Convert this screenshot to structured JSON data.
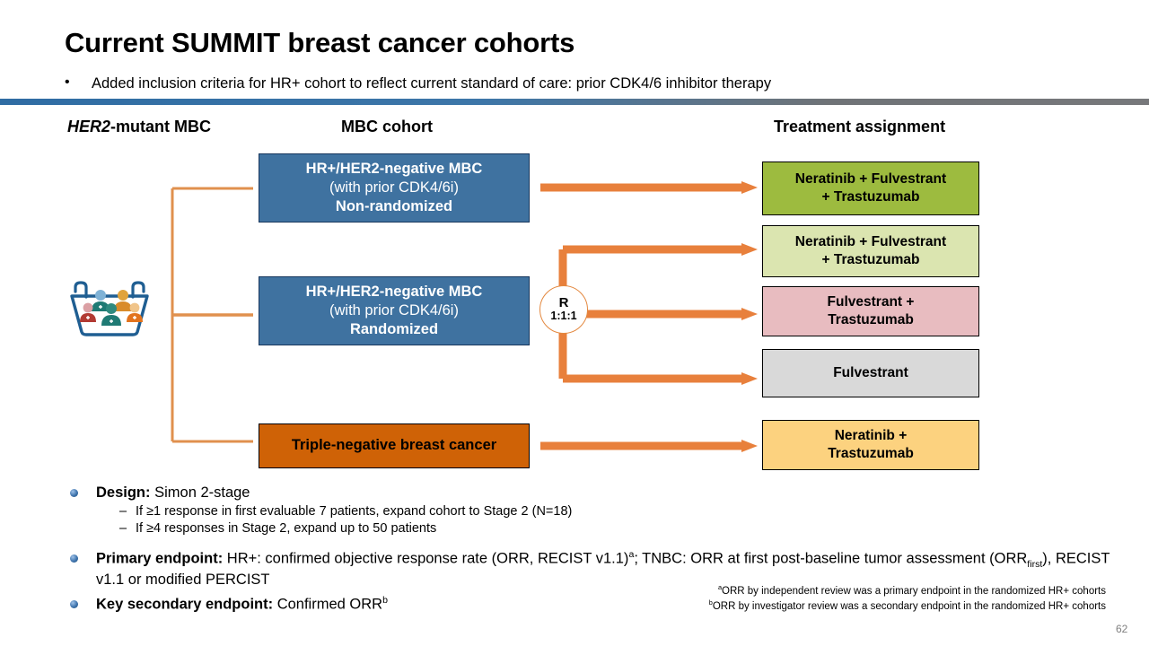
{
  "slide": {
    "title": "Current SUMMIT breast cancer cohorts",
    "subtitle_bullet": "•",
    "subtitle": "Added inclusion criteria for HR+ cohort to reflect current standard of care: prior CDK4/6 inhibitor therapy",
    "page_number": "62"
  },
  "columns": {
    "left_prefix": "HER2",
    "left_suffix": "-mutant MBC",
    "middle": "MBC cohort",
    "right": "Treatment assignment"
  },
  "cohorts": [
    {
      "line1": "HR+/HER2-negative MBC",
      "line2": "(with prior CDK4/6i)",
      "line3": "Non-randomized",
      "color": "#3f72a0"
    },
    {
      "line1": "HR+/HER2-negative MBC",
      "line2": "(with prior CDK4/6i)",
      "line3": "Randomized",
      "color": "#3f72a0"
    },
    {
      "line1": "Triple-negative breast cancer",
      "color": "#cf6206"
    }
  ],
  "randomization": {
    "label": "R",
    "ratio": "1:1:1"
  },
  "treatments": [
    {
      "line1": "Neratinib + Fulvestrant",
      "line2": "+ Trastuzumab",
      "color": "#9dbb3f"
    },
    {
      "line1": "Neratinib + Fulvestrant",
      "line2": "+ Trastuzumab",
      "color": "#dbe5b0"
    },
    {
      "line1": "Fulvestrant +",
      "line2": "Trastuzumab",
      "color": "#e8bcc0"
    },
    {
      "line1": "Fulvestrant",
      "line2": "",
      "color": "#d9d9d9"
    },
    {
      "line1": "Neratinib +",
      "line2": "Trastuzumab",
      "color": "#fcd27f"
    }
  ],
  "bullets": {
    "design_label": "Design:",
    "design_value": " Simon 2-stage",
    "design_sub_1_dash": "–",
    "design_sub_1": "If ≥1 response in first evaluable 7 patients, expand cohort to Stage 2 (N=18)",
    "design_sub_2_dash": "–",
    "design_sub_2": "If ≥4 responses in Stage 2, expand up to 50 patients",
    "primary_label": "Primary endpoint:",
    "primary_value_a": " HR+: confirmed objective response rate (ORR, RECIST v1.1)",
    "primary_sup_a": "a",
    "primary_value_b": "; TNBC: ORR at first post-baseline tumor assessment (ORR",
    "primary_sub": "first",
    "primary_value_c": "), RECIST v1.1 or modified PERCIST",
    "secondary_label": "Key secondary endpoint:",
    "secondary_value": " Confirmed ORR",
    "secondary_sup": "b"
  },
  "footnotes": {
    "a_marker": "a",
    "a_text": "ORR by independent review was a primary endpoint in the randomized HR+ cohorts",
    "b_marker": "b",
    "b_text": "ORR by investigator review was a secondary endpoint in the randomized HR+ cohorts"
  },
  "colors": {
    "connector_orange": "#e68a3f",
    "bracket_orange": "#e0904e",
    "header_blue": "#2f6ca3",
    "header_gray": "#77787b"
  }
}
